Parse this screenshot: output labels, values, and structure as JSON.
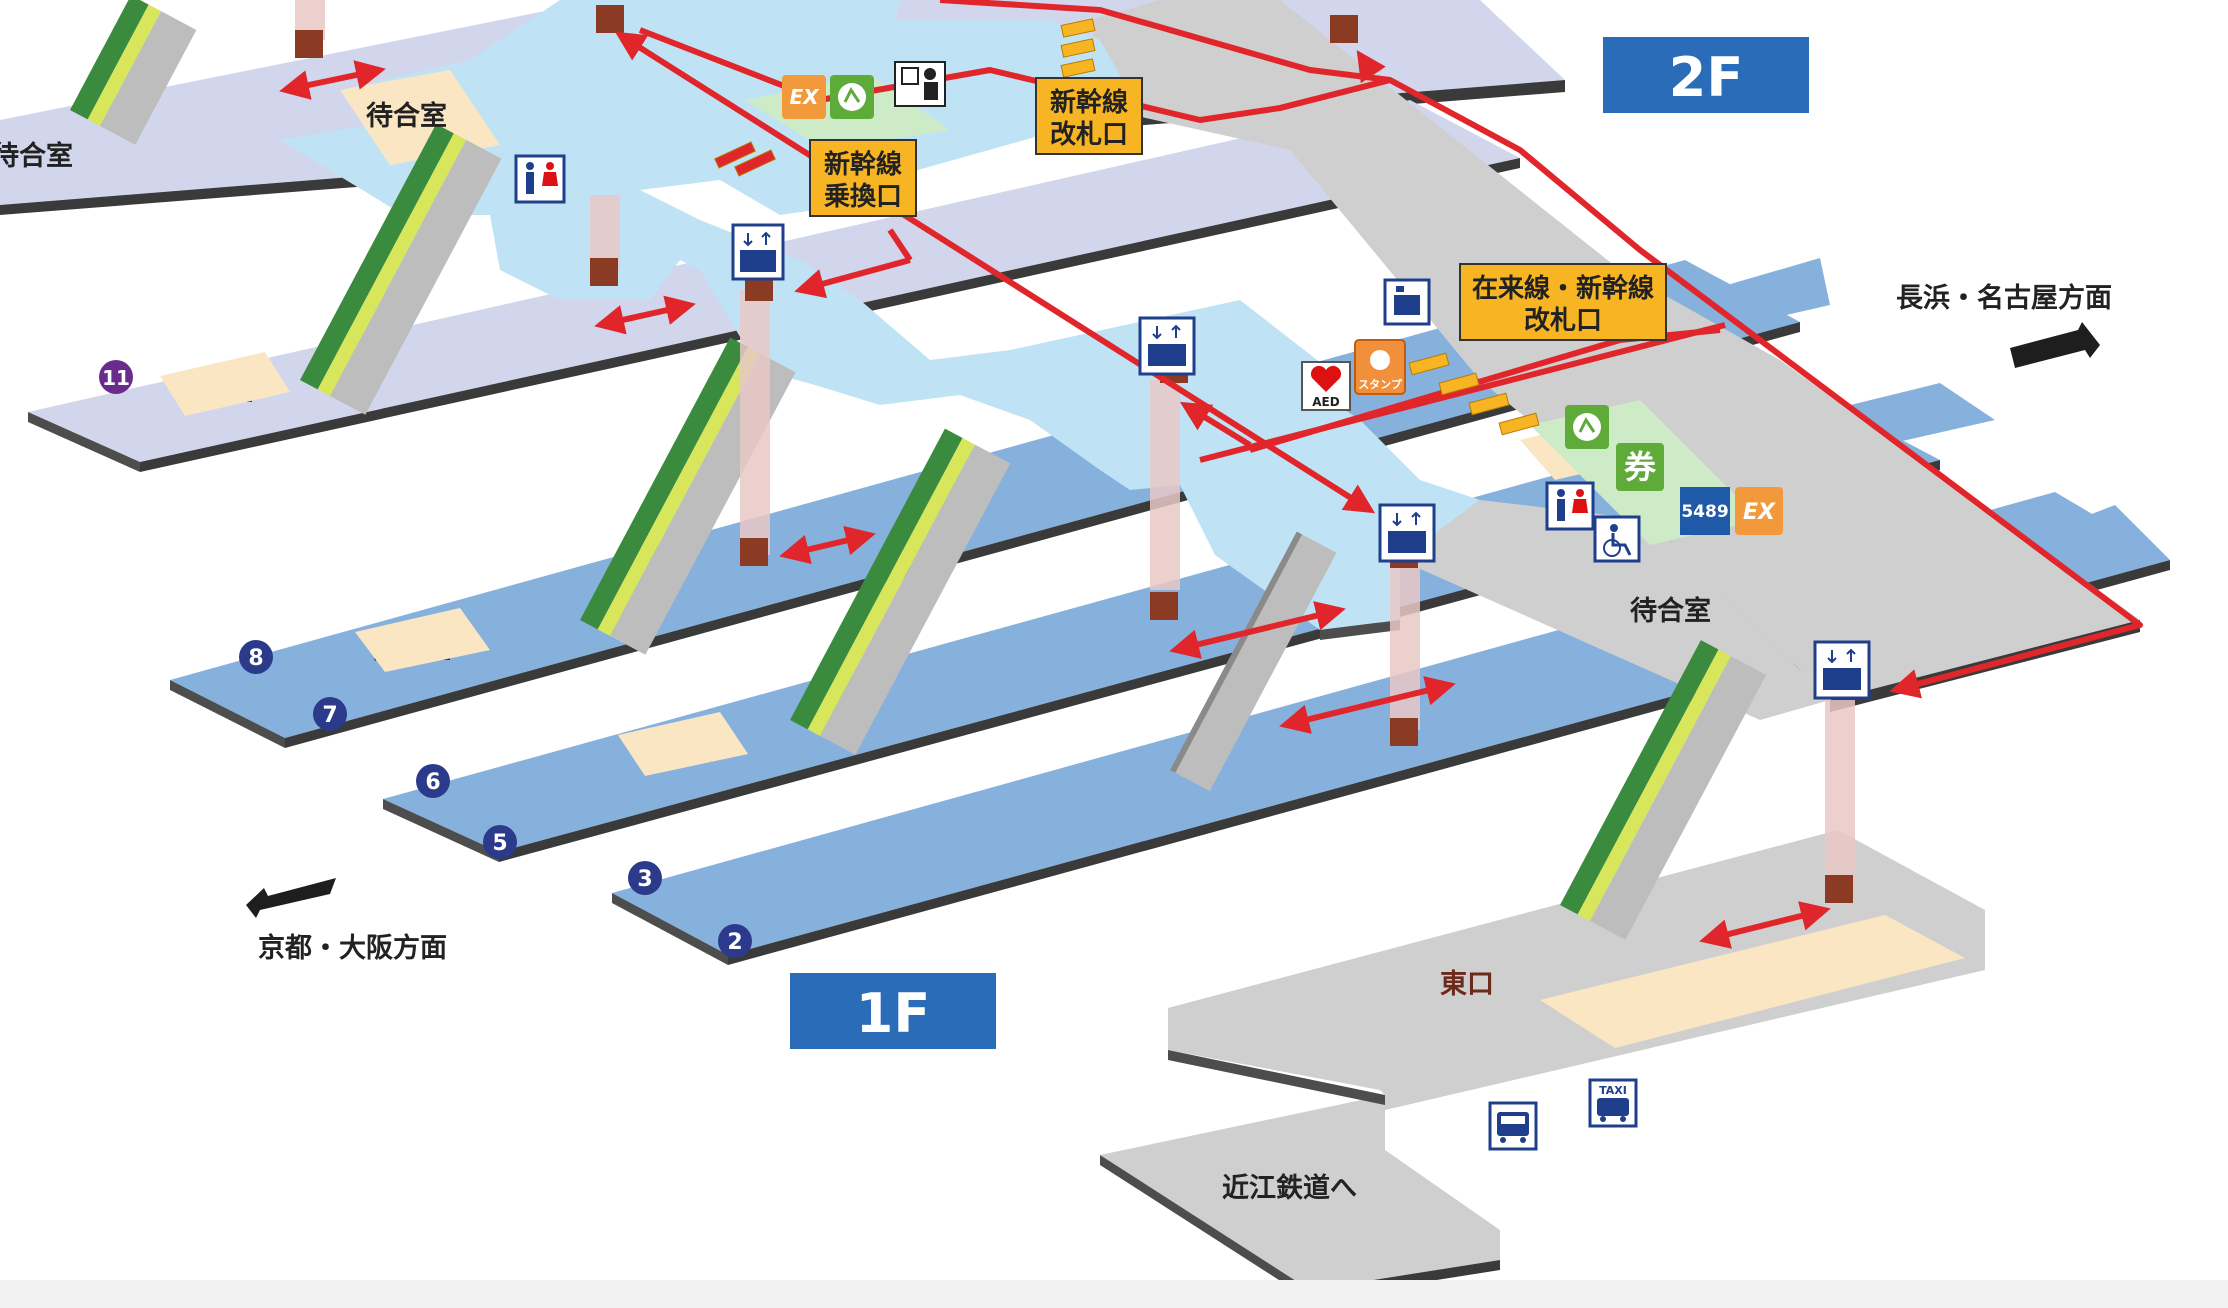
{
  "floors": {
    "upper": "2F",
    "lower": "1F"
  },
  "ticket_gates": {
    "shinkansen_transfer": [
      "新幹線",
      "乗換口"
    ],
    "shinkansen_gate": [
      "新幹線",
      "改札口"
    ],
    "conventional_shinkansen_gate": [
      "在来線・新幹線",
      "改札口"
    ]
  },
  "directions": {
    "east": "長浜・名古屋方面",
    "west": "京都・大阪方面"
  },
  "waiting_room": "待合室",
  "exits": {
    "east_exit": "東口",
    "ohmi_railway": "近江鉄道へ"
  },
  "platform_numbers": [
    "11",
    "8",
    "7",
    "6",
    "5",
    "3",
    "2"
  ],
  "icons": {
    "aed": "AED",
    "stamp": "スタンプ",
    "ticket": "券",
    "ex": "EX",
    "service_5489": "5489",
    "taxi": "TAXI"
  },
  "colors": {
    "route": "#e0262b",
    "floor_badge": "#2a6cb7",
    "gate_sign": "#f7b524",
    "concourse": "#bfe3f5",
    "platform_upper": "#d2d6ec",
    "platform_lower": "#86b1dd",
    "gray_floor": "#cfcfcf",
    "platform_number_badge": "#2c3a8c",
    "platform_11_badge": "#6a2c8c"
  }
}
